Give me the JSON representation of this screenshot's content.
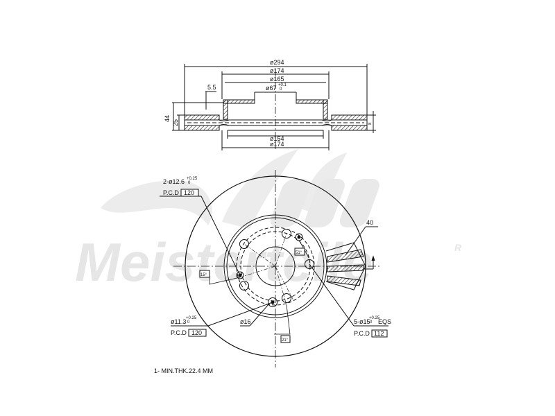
{
  "watermark": {
    "logo": "A.L.",
    "brand": "Meisterteile",
    "registered": "R",
    "color": "#e6e6e6"
  },
  "section_view": {
    "dimensions": {
      "outer_diameter": "ø294",
      "hat_outer_diameter": "ø174",
      "hat_inner_diameter": "ø165",
      "center_bore": "ø67",
      "center_bore_tol_upper": "+0.1",
      "center_bore_tol_lower": "0",
      "hat_offset": "5.5",
      "total_height": "44",
      "disc_thickness": "25",
      "vent_gap": "8",
      "inner_bottom_diameter": "ø154",
      "hat_bottom_diameter": "ø174"
    }
  },
  "plan_view": {
    "callouts": {
      "holes_a_spec": "2-ø12.6",
      "holes_a_tol_upper": "+0.25",
      "holes_a_tol_lower": "0",
      "holes_a_pcd_label": "P.C.D",
      "holes_a_pcd_value": "120",
      "holes_b_spec": "ø11.3",
      "holes_b_tol_upper": "+0.25",
      "holes_b_tol_lower": "0",
      "holes_b_pcd_label": "P.C.D",
      "holes_b_pcd_value": "120",
      "holes_c_spec": "5-ø15",
      "holes_c_tol_upper": "+0.25",
      "holes_c_tol_lower": "0",
      "holes_c_suffix": "EQS",
      "holes_c_pcd_label": "P.C.D",
      "holes_c_pcd_value": "112",
      "small_hole": "ø16",
      "angle_1": "15°",
      "angle_2": "51°",
      "angle_3": "21°",
      "vane_count": "40"
    }
  },
  "notes": {
    "min_thickness": "1- MIN.THK.22.4 MM"
  }
}
